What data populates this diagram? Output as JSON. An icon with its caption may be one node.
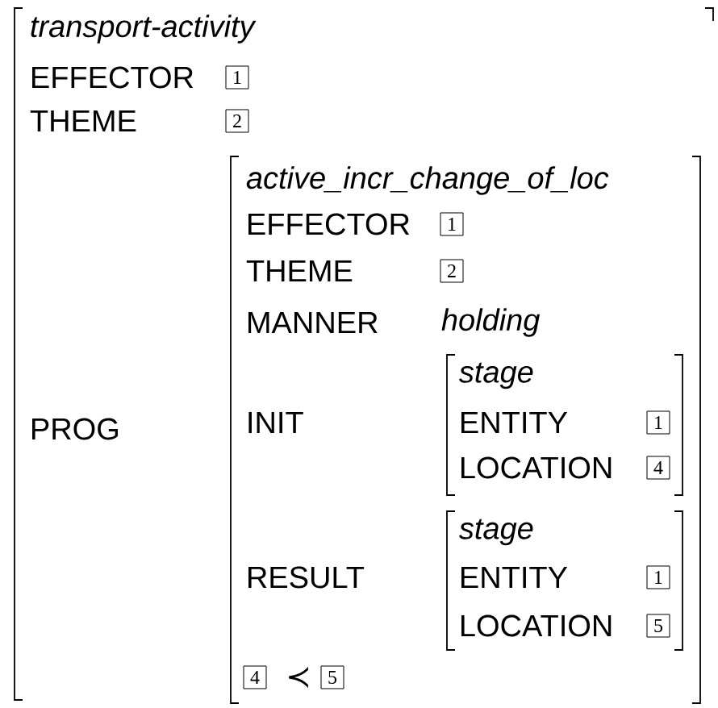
{
  "diagram": {
    "nodes": [
      {
        "text": [
          "*transport-activity*",
          "EFFECTOR",
          "THEME",
          "PROG"
        ]
      },
      {
        "text": [
          "*active_incr_change_of_loc*",
          "EFFECTOR",
          "THEME",
          "MANNER",
          "*holding*",
          "INIT",
          "RESULT"
        ],
        "in": 0
      },
      {
        "text": [
          "*stage*",
          "ENTITY",
          "LOCATION"
        ],
        "in": 1
      },
      {
        "text": [
          "*stage*",
          "ENTITY",
          "LOCATION"
        ],
        "in": 1
      },
      {
        "text": [
          "1"
        ],
        "in": 0
      },
      {
        "text": [
          "2"
        ],
        "in": 0
      },
      {
        "text": [
          "1"
        ],
        "in": 1
      },
      {
        "text": [
          "2"
        ],
        "in": 1
      },
      {
        "text": [
          "1"
        ],
        "in": 2
      },
      {
        "text": [
          "4"
        ],
        "in": 2
      },
      {
        "text": [
          "1"
        ],
        "in": 3
      },
      {
        "text": [
          "5"
        ],
        "in": 3
      },
      {
        "text": [
          "4"
        ],
        "in": 1
      },
      {
        "text": [
          "5"
        ],
        "in": 1
      }
    ],
    "labels": [
      "≺"
    ]
  }
}
